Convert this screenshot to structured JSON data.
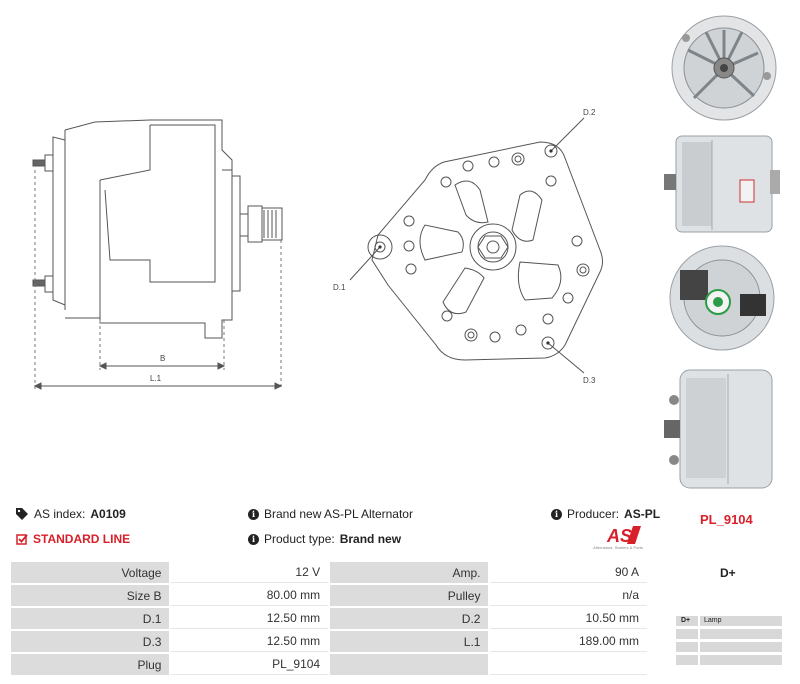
{
  "drawing": {
    "label_b": "B",
    "label_l1": "L.1",
    "label_d1": "D.1",
    "label_d2": "D.2",
    "label_d3": "D.3"
  },
  "info": {
    "as_index_label": "AS index:",
    "as_index_value": "A0109",
    "standard_line": "STANDARD LINE",
    "brand_text": "Brand new AS-PL Alternator",
    "product_type_label": "Product type:",
    "product_type_value": "Brand new",
    "producer_label": "Producer:",
    "producer_value": "AS-PL",
    "logo_text": "Alternators, Starters & Parts",
    "part_code": "PL_9104"
  },
  "specs": {
    "rows": [
      [
        "Voltage",
        "12 V",
        "Amp.",
        "90 A"
      ],
      [
        "Size B",
        "80.00 mm",
        "Pulley",
        "n/a"
      ],
      [
        "D.1",
        "12.50 mm",
        "D.2",
        "10.50 mm"
      ],
      [
        "D.3",
        "12.50 mm",
        "L.1",
        "189.00 mm"
      ],
      [
        "Plug",
        "PL_9104",
        "",
        ""
      ]
    ]
  },
  "connector": {
    "title": "D+",
    "rows": [
      [
        "D+",
        "Lamp"
      ],
      [
        "",
        ""
      ],
      [
        "",
        ""
      ],
      [
        "",
        ""
      ]
    ]
  },
  "colors": {
    "accent": "#d8202a",
    "label_bg": "#dcdcdc",
    "line": "#555555"
  }
}
